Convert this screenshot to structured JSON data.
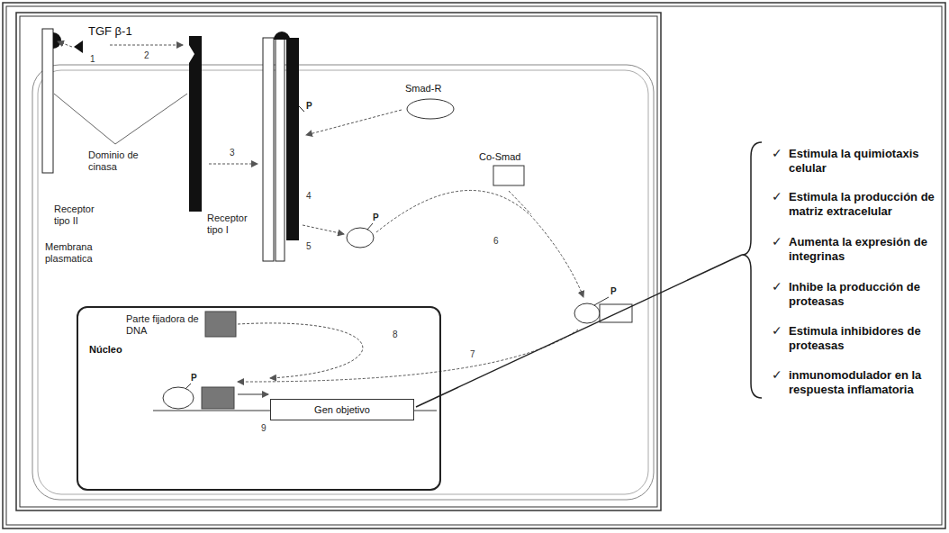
{
  "diagram": {
    "nodes": [
      {
        "text": [
          "Smad-R"
        ]
      },
      {
        "text": [
          "Co-Smad"
        ]
      },
      {
        "text": [
          "Núcleo"
        ]
      },
      {
        "text": [
          "Gen objetivo"
        ],
        "in": 2
      }
    ],
    "labels": [
      "TGF β-1",
      "1",
      "2",
      "3",
      "4",
      "5",
      "6",
      "7",
      "8",
      "9",
      "Dominio de cinasa",
      "Receptor tipo II",
      "Receptor tipo I",
      "Membrana plasmatica",
      "P",
      "P",
      "P",
      "P",
      "Parte fijadora de DNA",
      "✓",
      "Estimula la quimiotaxis celular",
      "✓",
      "Estimula la producción de matriz extracelular",
      "✓",
      "Aumenta la expresión de integrinas",
      "✓",
      "Inhibe la producción de proteasas",
      "✓",
      "Estimula inhibidores de proteasas",
      "✓",
      "inmunomodulador en la respuesta inflamatoria"
    ]
  }
}
